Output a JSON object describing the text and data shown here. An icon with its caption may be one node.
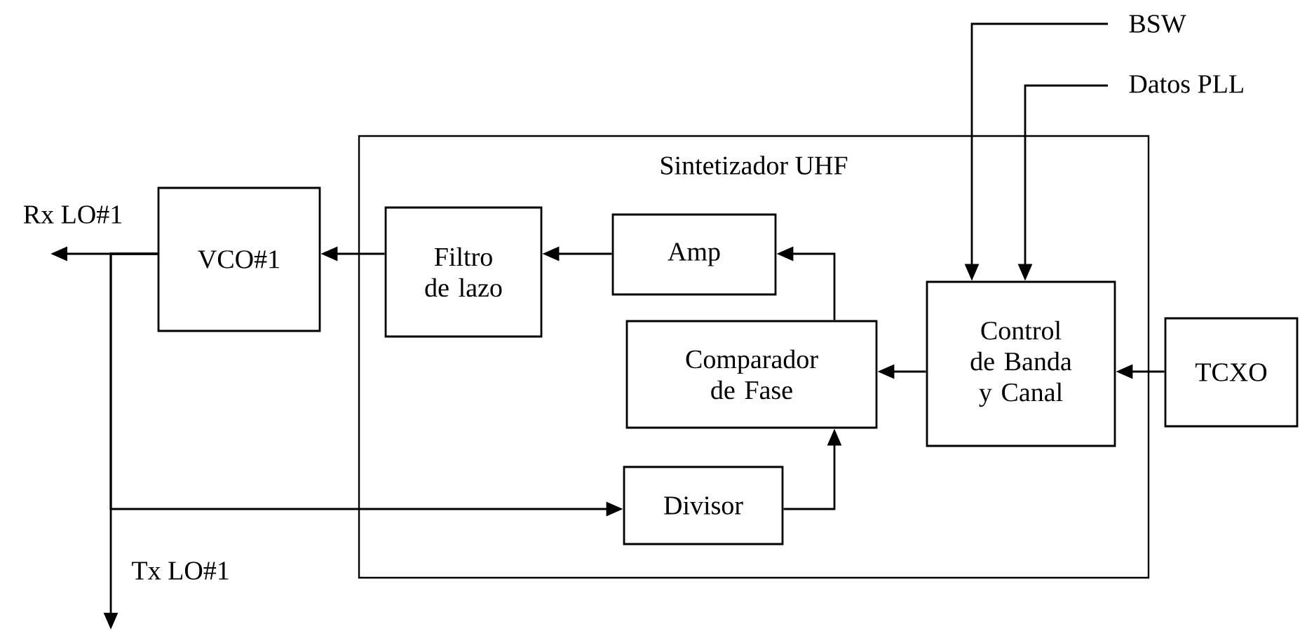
{
  "diagram": {
    "nodes": [
      {
        "text": [
          "Sintetizador UHF"
        ]
      },
      {
        "text": [
          "VCO#1"
        ]
      },
      {
        "text": [
          "Filtro de lazo"
        ],
        "in": 0
      },
      {
        "text": [
          "Amp"
        ],
        "in": 0
      },
      {
        "text": [
          "Comparador de Fase"
        ],
        "in": 0
      },
      {
        "text": [
          "Control de Banda y Canal"
        ],
        "in": 0
      },
      {
        "text": [
          "TCXO"
        ]
      },
      {
        "text": [
          "Divisor"
        ],
        "in": 0
      }
    ],
    "edges": [
      {
        "from": 2,
        "to": 1,
        "arrow": "to"
      },
      {
        "from": 3,
        "to": 2,
        "arrow": "to"
      },
      {
        "from": 4,
        "to": 3,
        "arrow": "to"
      },
      {
        "from": 7,
        "to": 4,
        "arrow": "to"
      },
      {
        "from": 5,
        "to": 4,
        "arrow": "to"
      },
      {
        "from": 6,
        "to": 5,
        "arrow": "to"
      },
      {
        "from": null,
        "to": 5,
        "arrow": "to"
      },
      {
        "from": null,
        "to": 5,
        "arrow": "to"
      },
      {
        "from": 1,
        "to": null,
        "arrow": "to"
      },
      {
        "from": 1,
        "to": null,
        "arrow": "to"
      },
      {
        "from": 1,
        "to": 7,
        "arrow": "to"
      }
    ],
    "labels": [
      "BSW",
      "Datos PLL",
      "Rx LO#1",
      "Tx LO#1"
    ]
  }
}
